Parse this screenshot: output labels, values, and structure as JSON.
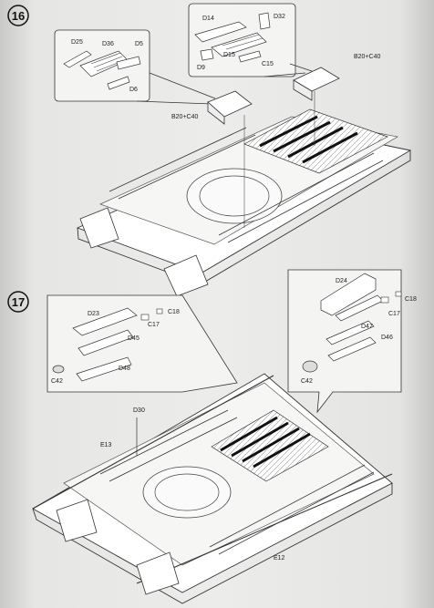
{
  "steps": [
    {
      "number": "16",
      "callout_left": {
        "labels": [
          "D25",
          "D36",
          "D5",
          "D6"
        ]
      },
      "callout_right": {
        "labels": [
          "D14",
          "D32",
          "D15",
          "C15",
          "D9"
        ]
      },
      "assembly_labels": [
        "B20+C40",
        "B20+C40"
      ]
    },
    {
      "number": "17",
      "callout_left": {
        "labels": [
          "D23",
          "C18",
          "C17",
          "D45",
          "D48",
          "C42"
        ]
      },
      "callout_right": {
        "labels": [
          "D24",
          "C18",
          "C17",
          "D47",
          "D46",
          "C42"
        ]
      },
      "hull_labels": [
        "D30",
        "E13",
        "E12"
      ]
    }
  ]
}
